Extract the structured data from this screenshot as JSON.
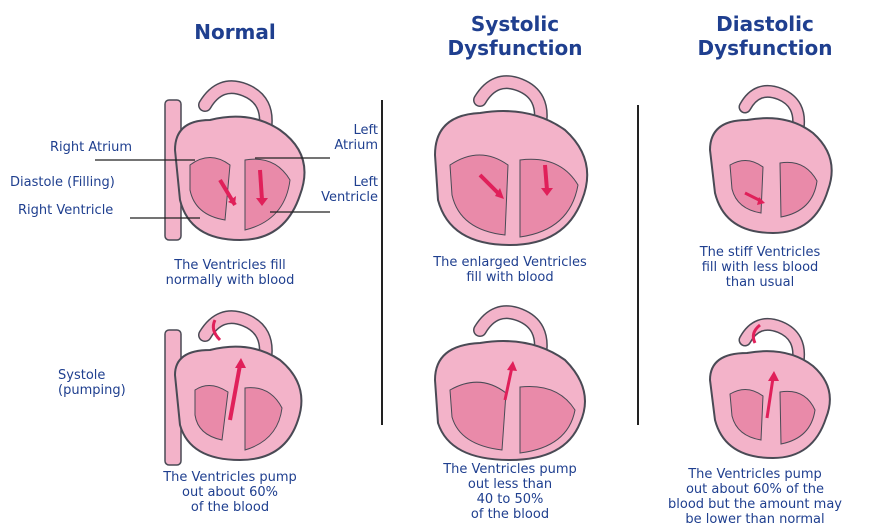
{
  "columns": [
    {
      "title_lines": [
        "Normal"
      ]
    },
    {
      "title_lines": [
        "Systolic",
        "Dysfunction"
      ]
    },
    {
      "title_lines": [
        "Diastolic",
        "Dysfunction"
      ]
    }
  ],
  "labels": {
    "right_atrium": "Right Atrium",
    "diastole": "Diastole (Filling)",
    "right_ventricle": "Right Ventricle",
    "left_atrium": [
      "Left",
      "Atrium"
    ],
    "left_ventricle": [
      "Left",
      "Ventricle"
    ],
    "systole": [
      "Systole",
      "(pumping)"
    ]
  },
  "captions": {
    "normal_diastole": [
      "The Ventricles fill",
      "normally with blood"
    ],
    "normal_systole": [
      "The Ventricles pump",
      "out about 60%",
      "of the blood"
    ],
    "systolic_diastole": [
      "The enlarged Ventricles",
      "fill with blood"
    ],
    "systolic_systole": [
      "The Ventricles pump",
      "out less than",
      "40 to 50%",
      "of the blood"
    ],
    "diastolic_diastole": [
      "The stiff Ventricles",
      "fill with less blood",
      "than usual"
    ],
    "diastolic_systole": [
      "The Ventricles pump",
      "out about 60% of the",
      "blood but the amount may",
      "be lower than normal"
    ]
  },
  "colors": {
    "text": "#1f3f8f",
    "heart_fill": "#f3b3c9",
    "heart_dark": "#e98aa9",
    "heart_outline": "#4a4a55",
    "arrow": "#e0205a"
  }
}
